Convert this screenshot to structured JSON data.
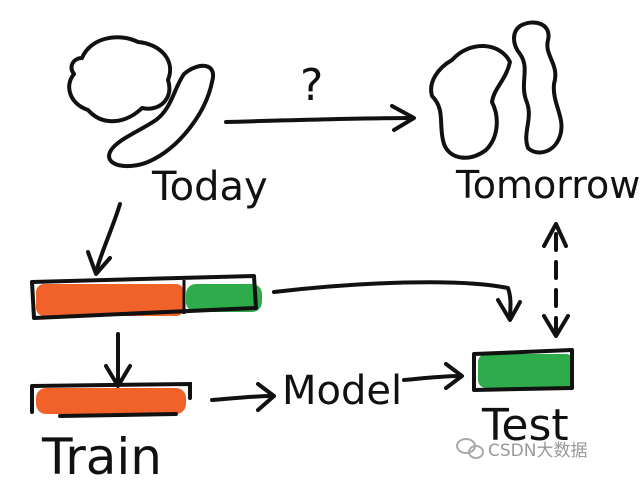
{
  "labels": {
    "today": "Today",
    "tomorrow": "Tomorrow",
    "question": "?",
    "model": "Model",
    "train": "Train",
    "test": "Test"
  },
  "watermark": {
    "text": "CSDN大数据",
    "icon": "wechat-icon"
  },
  "colors": {
    "ink": "#111111",
    "train": "#f0622a",
    "test": "#2eab4a",
    "background": "#ffffff",
    "watermark": "#aaaaaa"
  },
  "split": {
    "train_fraction": 0.69,
    "test_fraction": 0.31
  }
}
